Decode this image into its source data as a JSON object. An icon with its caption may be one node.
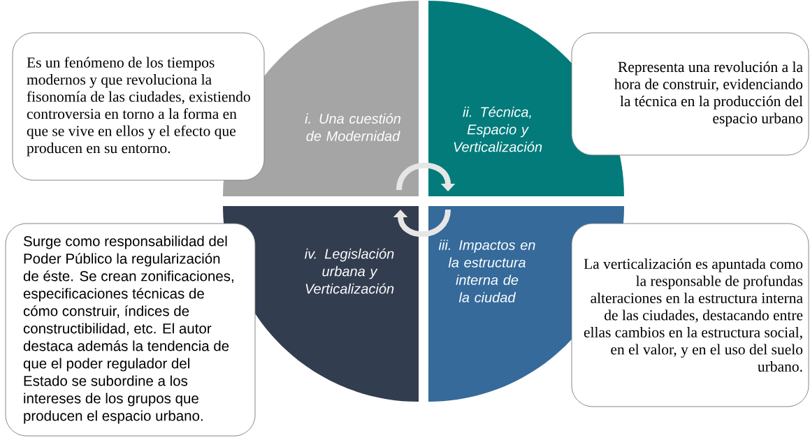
{
  "diagram": {
    "nodes": [
      {
        "text": [
          "i. Una cuestión de Modernidad"
        ]
      },
      {
        "text": [
          "ii. Técnica, Espacio y Verticalización"
        ]
      },
      {
        "text": [
          "iii. Impactos en la estructura interna de la ciudad"
        ]
      },
      {
        "text": [
          "iv. Legislación urbana y Verticalización"
        ]
      },
      {
        "text": [
          "Es un fenómeno de los tiempos modernos y que revoluciona la fisonomía de las ciudades, existiendo controversia en torno a la forma en que se vive en ellos y el efecto que producen en su entorno."
        ]
      },
      {
        "text": [
          "Representa una revolución a la hora de construir, evidenciando la técnica en la producción del espacio urbano"
        ]
      },
      {
        "text": [
          "La verticalización es apuntada como la responsable de profundas alteraciones en la estructura interna de las ciudades, destacando entre ellas cambios en la estructura social, en el valor, y en el uso del suelo urbano."
        ]
      },
      {
        "text": [
          "Surge como responsabilidad del Poder Público la regularización de éste. Se crean zonificaciones, especificaciones técnicas de cómo construir, índices de constructibilidad, etc. El autor destaca además la tendencia de que el poder regulador del Estado se subordine a los intereses de los grupos que producen el espacio urbano."
        ]
      }
    ],
    "edges": [
      {
        "from": 0,
        "to": 1,
        "arrow": "to"
      },
      {
        "from": 2,
        "to": 3,
        "arrow": "to"
      }
    ]
  }
}
